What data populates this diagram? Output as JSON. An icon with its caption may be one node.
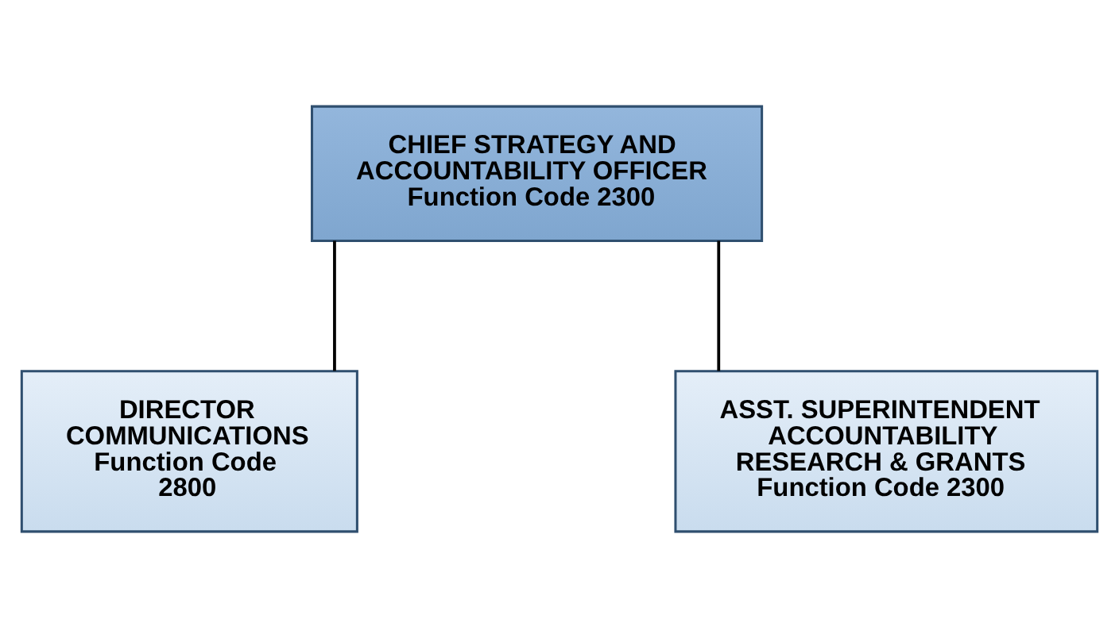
{
  "diagram": {
    "nodes": [
      {
        "text": [
          "CHIEF STRATEGY AND ACCOUNTABILITY OFFICER",
          "Function Code 2300"
        ]
      },
      {
        "text": [
          "DIRECTOR COMMUNICATIONS",
          "Function Code 2800"
        ]
      },
      {
        "text": [
          "ASST. SUPERINTENDENT ACCOUNTABILITY RESEARCH & GRANTS",
          "Function Code 2300"
        ]
      }
    ],
    "edges": [
      {
        "from": 0,
        "to": 1,
        "arrow": "none"
      },
      {
        "from": 0,
        "to": 2,
        "arrow": "none"
      }
    ]
  }
}
